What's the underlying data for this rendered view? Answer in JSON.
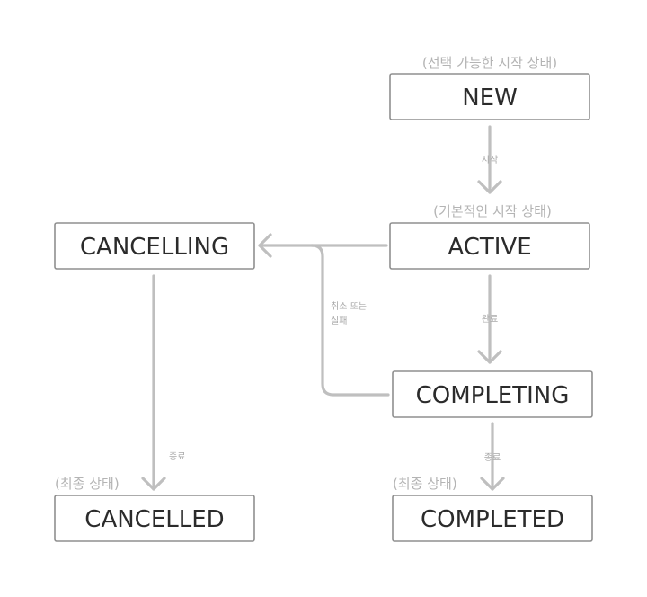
{
  "nodes": {
    "new": {
      "label": "NEW",
      "note": "(선택 가능한 시작 상태)"
    },
    "active": {
      "label": "ACTIVE",
      "note": "(기본적인 시작 상태)"
    },
    "cancelling": {
      "label": "CANCELLING"
    },
    "completing": {
      "label": "COMPLETING"
    },
    "cancelled": {
      "label": "CANCELLED",
      "note": "(최종 상태)"
    },
    "completed": {
      "label": "COMPLETED",
      "note": "(최종 상태)"
    }
  },
  "edges": {
    "start": {
      "label": "시작"
    },
    "complete": {
      "label": "완료"
    },
    "cancel_or_fail": {
      "label_line1": "취소 또는",
      "label_line2": "실패"
    },
    "finish_cancel": {
      "label": "종료"
    },
    "finish_complete": {
      "label": "종료"
    }
  },
  "colors": {
    "box_border": "#8f8f8f",
    "box_text": "#2b2b2b",
    "arrow": "#bfbfbf",
    "note_text": "#b4b4b4",
    "edge_label_text": "#a9a9a9"
  }
}
